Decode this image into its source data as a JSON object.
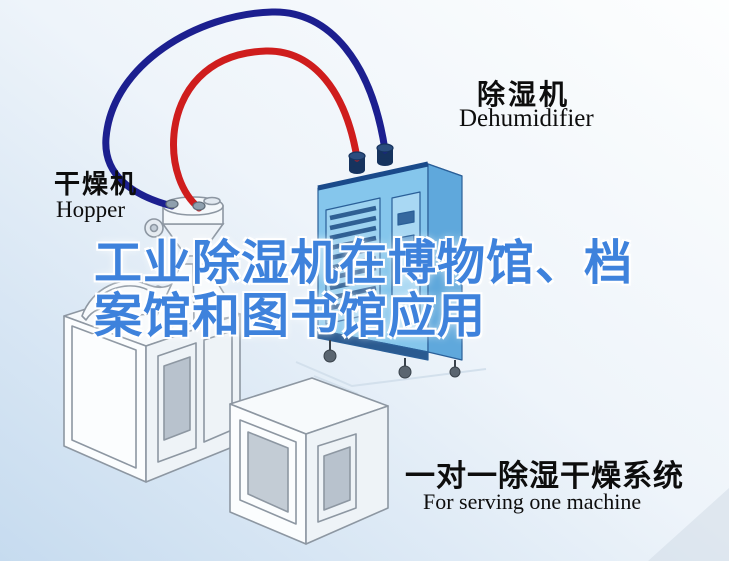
{
  "labels": {
    "hopper": {
      "cn": "干燥机",
      "en": "Hopper"
    },
    "dehumidifier": {
      "cn": "除湿机",
      "en": "Dehumidifier"
    },
    "title": {
      "line1": "工业除湿机在博物馆、档",
      "line2": "案馆和图书馆应用"
    },
    "system": {
      "cn": "一对一除湿干燥系统",
      "en": "For serving one machine"
    }
  },
  "colors": {
    "title_text": "#3e82dc",
    "label_text": "#0d0d0d",
    "pipe_red": "#cf1d1d",
    "pipe_navy": "#1c1f8f",
    "dehumidifier_front": "#85c6ec",
    "dehumidifier_side": "#5fa8dc",
    "dehumidifier_top": "#2e6cb4",
    "dehumidifier_vent": "#2f5f93",
    "dehumidifier_panel": "#a9d8f3",
    "machine_line": "#8d97a2",
    "background_tint": "#c6dbef"
  }
}
